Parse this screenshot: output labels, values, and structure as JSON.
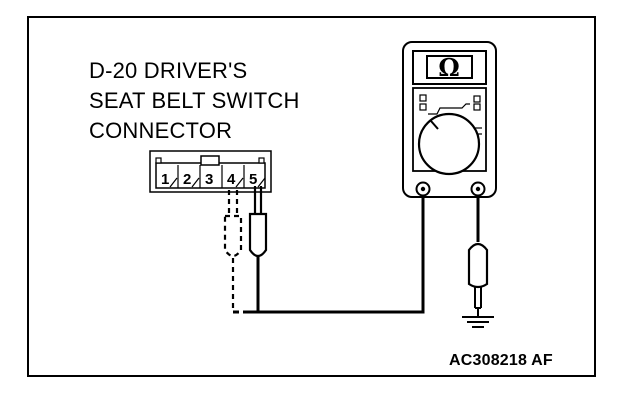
{
  "connector_label": {
    "line1": "D-20 DRIVER'S",
    "line2": "SEAT BELT SWITCH",
    "line3": "CONNECTOR"
  },
  "connector_pins": [
    "1",
    "2",
    "3",
    "4",
    "5"
  ],
  "meter": {
    "symbol": "Ω"
  },
  "figure_ref": "AC308218 AF"
}
